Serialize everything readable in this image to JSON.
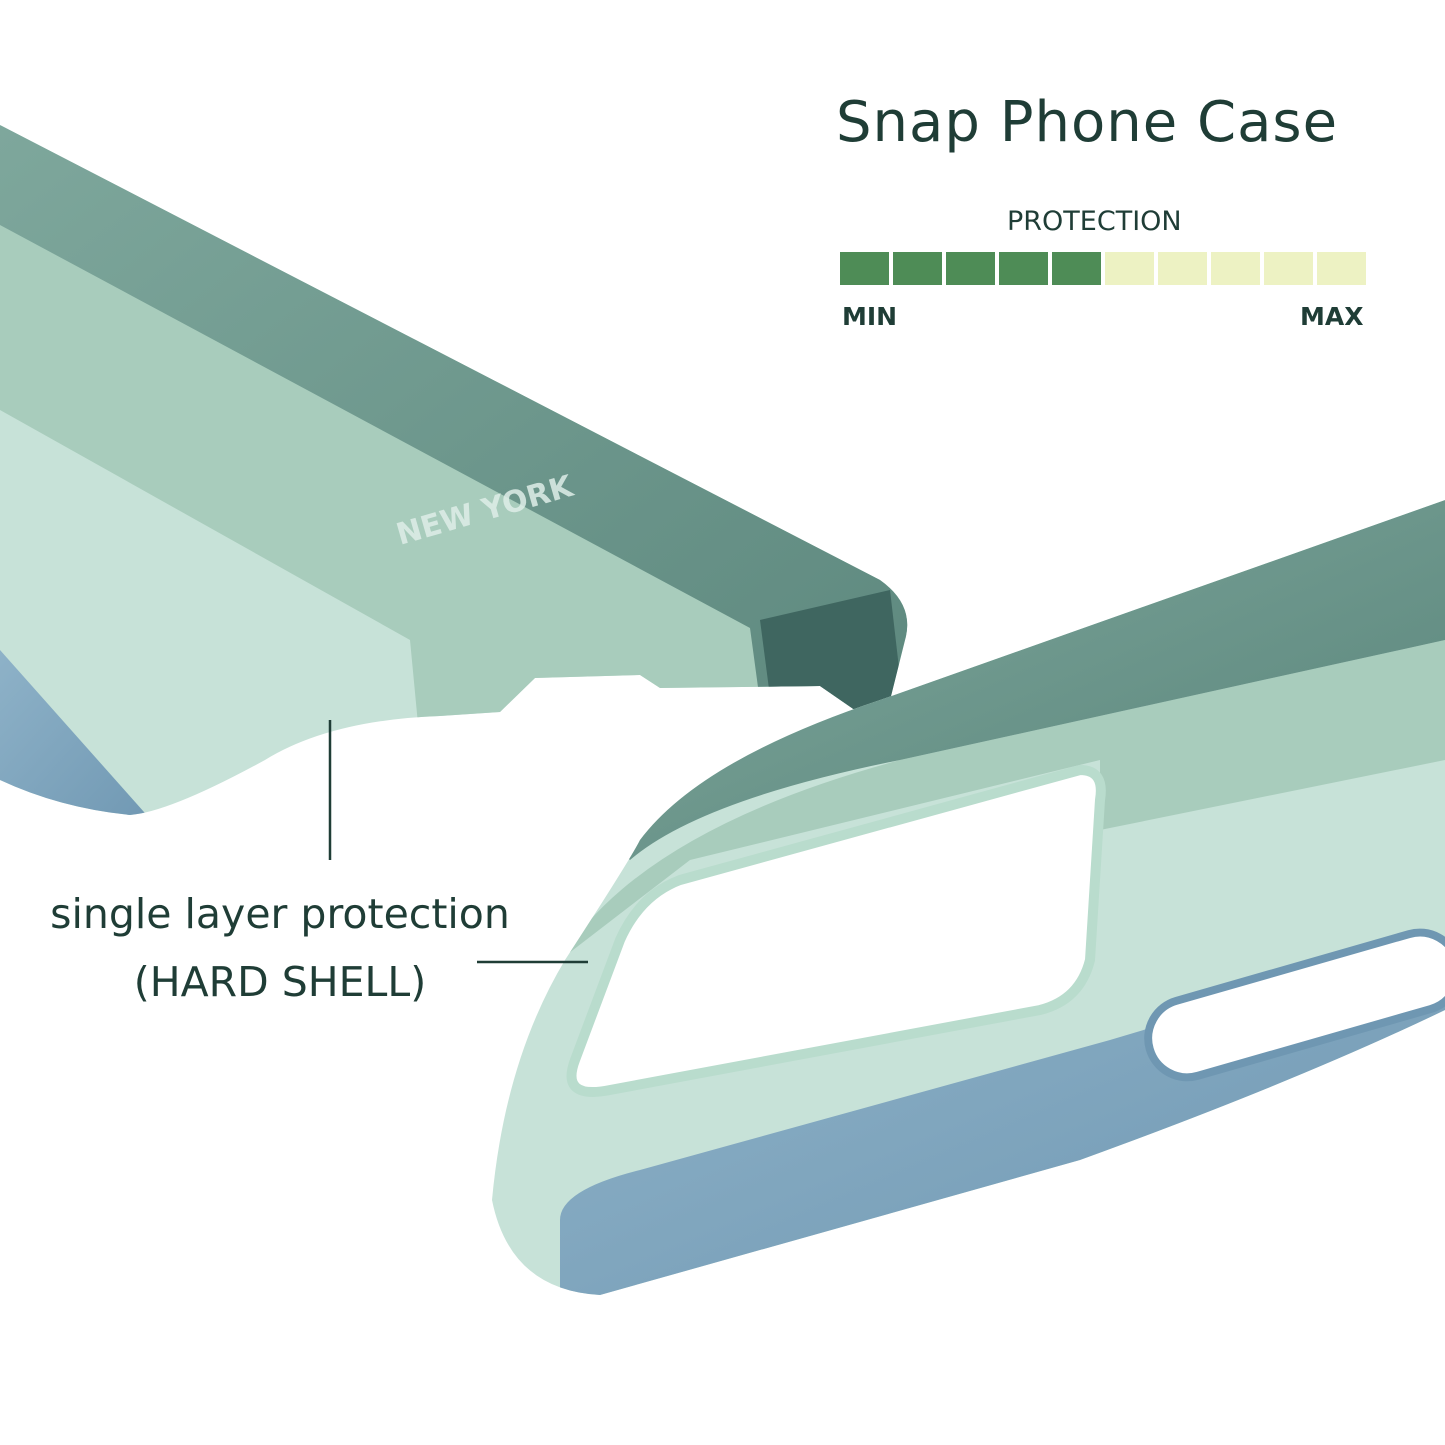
{
  "title": "Snap Phone Case",
  "protection_meter": {
    "label": "PROTECTION",
    "level": 5,
    "total": 10,
    "min_label": "MIN",
    "max_label": "MAX",
    "on_color": "#4e8c56",
    "off_color": "#edf2c3"
  },
  "callout": {
    "line1": "single layer protection",
    "line2": "(HARD SHELL)"
  },
  "case_print": {
    "brand_text": "NEW YORK"
  },
  "colors": {
    "dark_teal": "#5f8a80",
    "mid_sage": "#a8ccbc",
    "light_mint": "#c7e2d8",
    "blue": "#7fa5bf",
    "text": "#1f3d36"
  }
}
